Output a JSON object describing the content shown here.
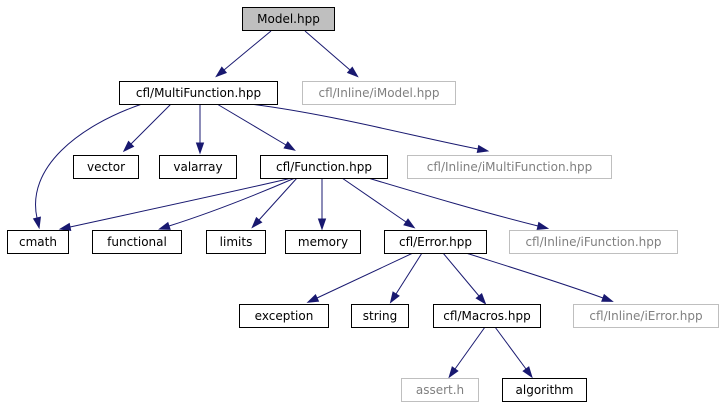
{
  "diagram": {
    "nodes": [
      {
        "id": "model",
        "label": "Model.hpp",
        "style": "root"
      },
      {
        "id": "multifunction",
        "label": "cfl/MultiFunction.hpp",
        "style": "normal"
      },
      {
        "id": "imodel",
        "label": "cfl/Inline/iModel.hpp",
        "style": "missing"
      },
      {
        "id": "vector",
        "label": "vector",
        "style": "normal"
      },
      {
        "id": "valarray",
        "label": "valarray",
        "style": "normal"
      },
      {
        "id": "function",
        "label": "cfl/Function.hpp",
        "style": "normal"
      },
      {
        "id": "imultifunction",
        "label": "cfl/Inline/iMultiFunction.hpp",
        "style": "missing"
      },
      {
        "id": "cmath",
        "label": "cmath",
        "style": "normal"
      },
      {
        "id": "functional",
        "label": "functional",
        "style": "normal"
      },
      {
        "id": "limits",
        "label": "limits",
        "style": "normal"
      },
      {
        "id": "memory",
        "label": "memory",
        "style": "normal"
      },
      {
        "id": "error",
        "label": "cfl/Error.hpp",
        "style": "normal"
      },
      {
        "id": "ifunction",
        "label": "cfl/Inline/iFunction.hpp",
        "style": "missing"
      },
      {
        "id": "exception",
        "label": "exception",
        "style": "normal"
      },
      {
        "id": "string",
        "label": "string",
        "style": "normal"
      },
      {
        "id": "macros",
        "label": "cfl/Macros.hpp",
        "style": "normal"
      },
      {
        "id": "ierror",
        "label": "cfl/Inline/iError.hpp",
        "style": "missing"
      },
      {
        "id": "asserth",
        "label": "assert.h",
        "style": "missing"
      },
      {
        "id": "algorithm",
        "label": "algorithm",
        "style": "normal"
      }
    ],
    "edges": [
      {
        "from": "model",
        "to": "multifunction"
      },
      {
        "from": "model",
        "to": "imodel"
      },
      {
        "from": "multifunction",
        "to": "cmath"
      },
      {
        "from": "multifunction",
        "to": "vector"
      },
      {
        "from": "multifunction",
        "to": "valarray"
      },
      {
        "from": "multifunction",
        "to": "function"
      },
      {
        "from": "multifunction",
        "to": "imultifunction"
      },
      {
        "from": "function",
        "to": "cmath"
      },
      {
        "from": "function",
        "to": "functional"
      },
      {
        "from": "function",
        "to": "limits"
      },
      {
        "from": "function",
        "to": "memory"
      },
      {
        "from": "function",
        "to": "error"
      },
      {
        "from": "function",
        "to": "ifunction"
      },
      {
        "from": "error",
        "to": "exception"
      },
      {
        "from": "error",
        "to": "string"
      },
      {
        "from": "error",
        "to": "macros"
      },
      {
        "from": "error",
        "to": "ierror"
      },
      {
        "from": "macros",
        "to": "asserth"
      },
      {
        "from": "macros",
        "to": "algorithm"
      }
    ],
    "colors": {
      "edge": "#191970",
      "root_fill": "#bfbfbf",
      "node_border": "#000000",
      "missing_border": "#bfbfbf",
      "missing_text": "#808080"
    }
  }
}
